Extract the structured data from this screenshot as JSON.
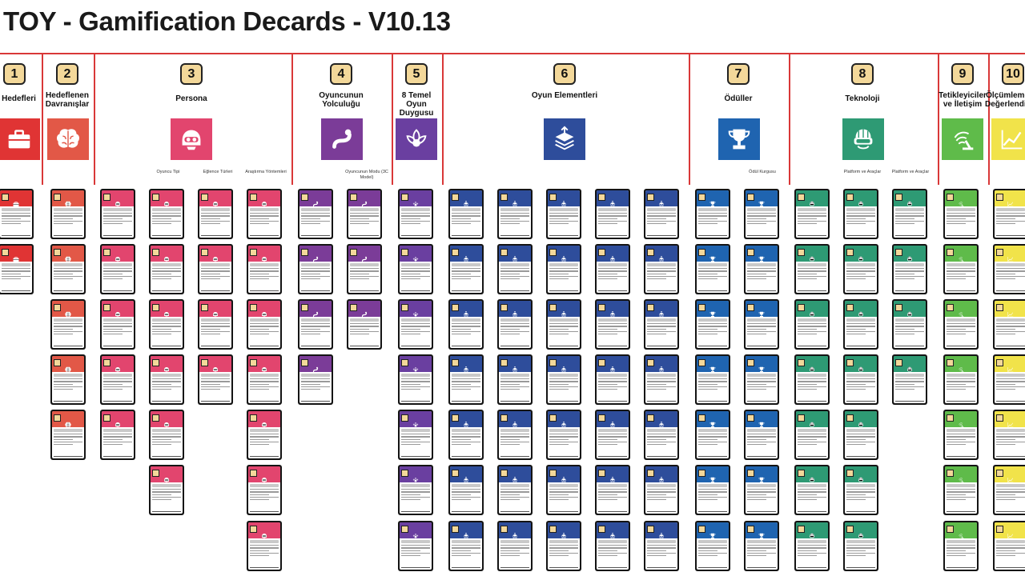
{
  "page": {
    "title": "TOY - Gamification Decards - V10.13"
  },
  "categories": [
    {
      "num": "1",
      "title": "İş Hedefleri",
      "color": "#e03434",
      "icon": "briefcase-icon",
      "subs": []
    },
    {
      "num": "2",
      "title": "Hedeflenen Davranışlar",
      "color": "#e25847",
      "icon": "brain-icon",
      "subs": []
    },
    {
      "num": "3",
      "title": "Persona",
      "color": "#e2456e",
      "icon": "pilot-icon",
      "subs": [
        "Oyuncu Tipi",
        "Eğlence Türleri",
        "Araştırma Yöntemleri"
      ]
    },
    {
      "num": "4",
      "title": "Oyuncunun Yolculuğu",
      "color": "#7b3c98",
      "icon": "journey-icon",
      "subs": [
        "Oyuncunun Modu (3C Model)"
      ]
    },
    {
      "num": "5",
      "title": "8 Temel Oyun Duygusu",
      "color": "#6a3fa0",
      "icon": "lotus-icon",
      "subs": []
    },
    {
      "num": "6",
      "title": "Oyun Elementleri",
      "color": "#2e4d9b",
      "icon": "stack-icon",
      "subs": []
    },
    {
      "num": "7",
      "title": "Ödüller",
      "color": "#1f64b0",
      "icon": "trophy-icon",
      "subs": [
        "Ödül Kurgusu"
      ]
    },
    {
      "num": "8",
      "title": "Teknoloji",
      "color": "#2e9a74",
      "icon": "vr-headset-icon",
      "subs": [
        "Platform ve Araçlar",
        "Platform ve Araçlar"
      ]
    },
    {
      "num": "9",
      "title": "Tetikleyiciler ve İletişim",
      "color": "#5fbb4a",
      "icon": "signal-icon",
      "subs": []
    },
    {
      "num": "10",
      "title": "Ölçümleme ve Değerlendirme",
      "color": "#f1e34a",
      "icon": "chart-icon",
      "subs": []
    }
  ]
}
